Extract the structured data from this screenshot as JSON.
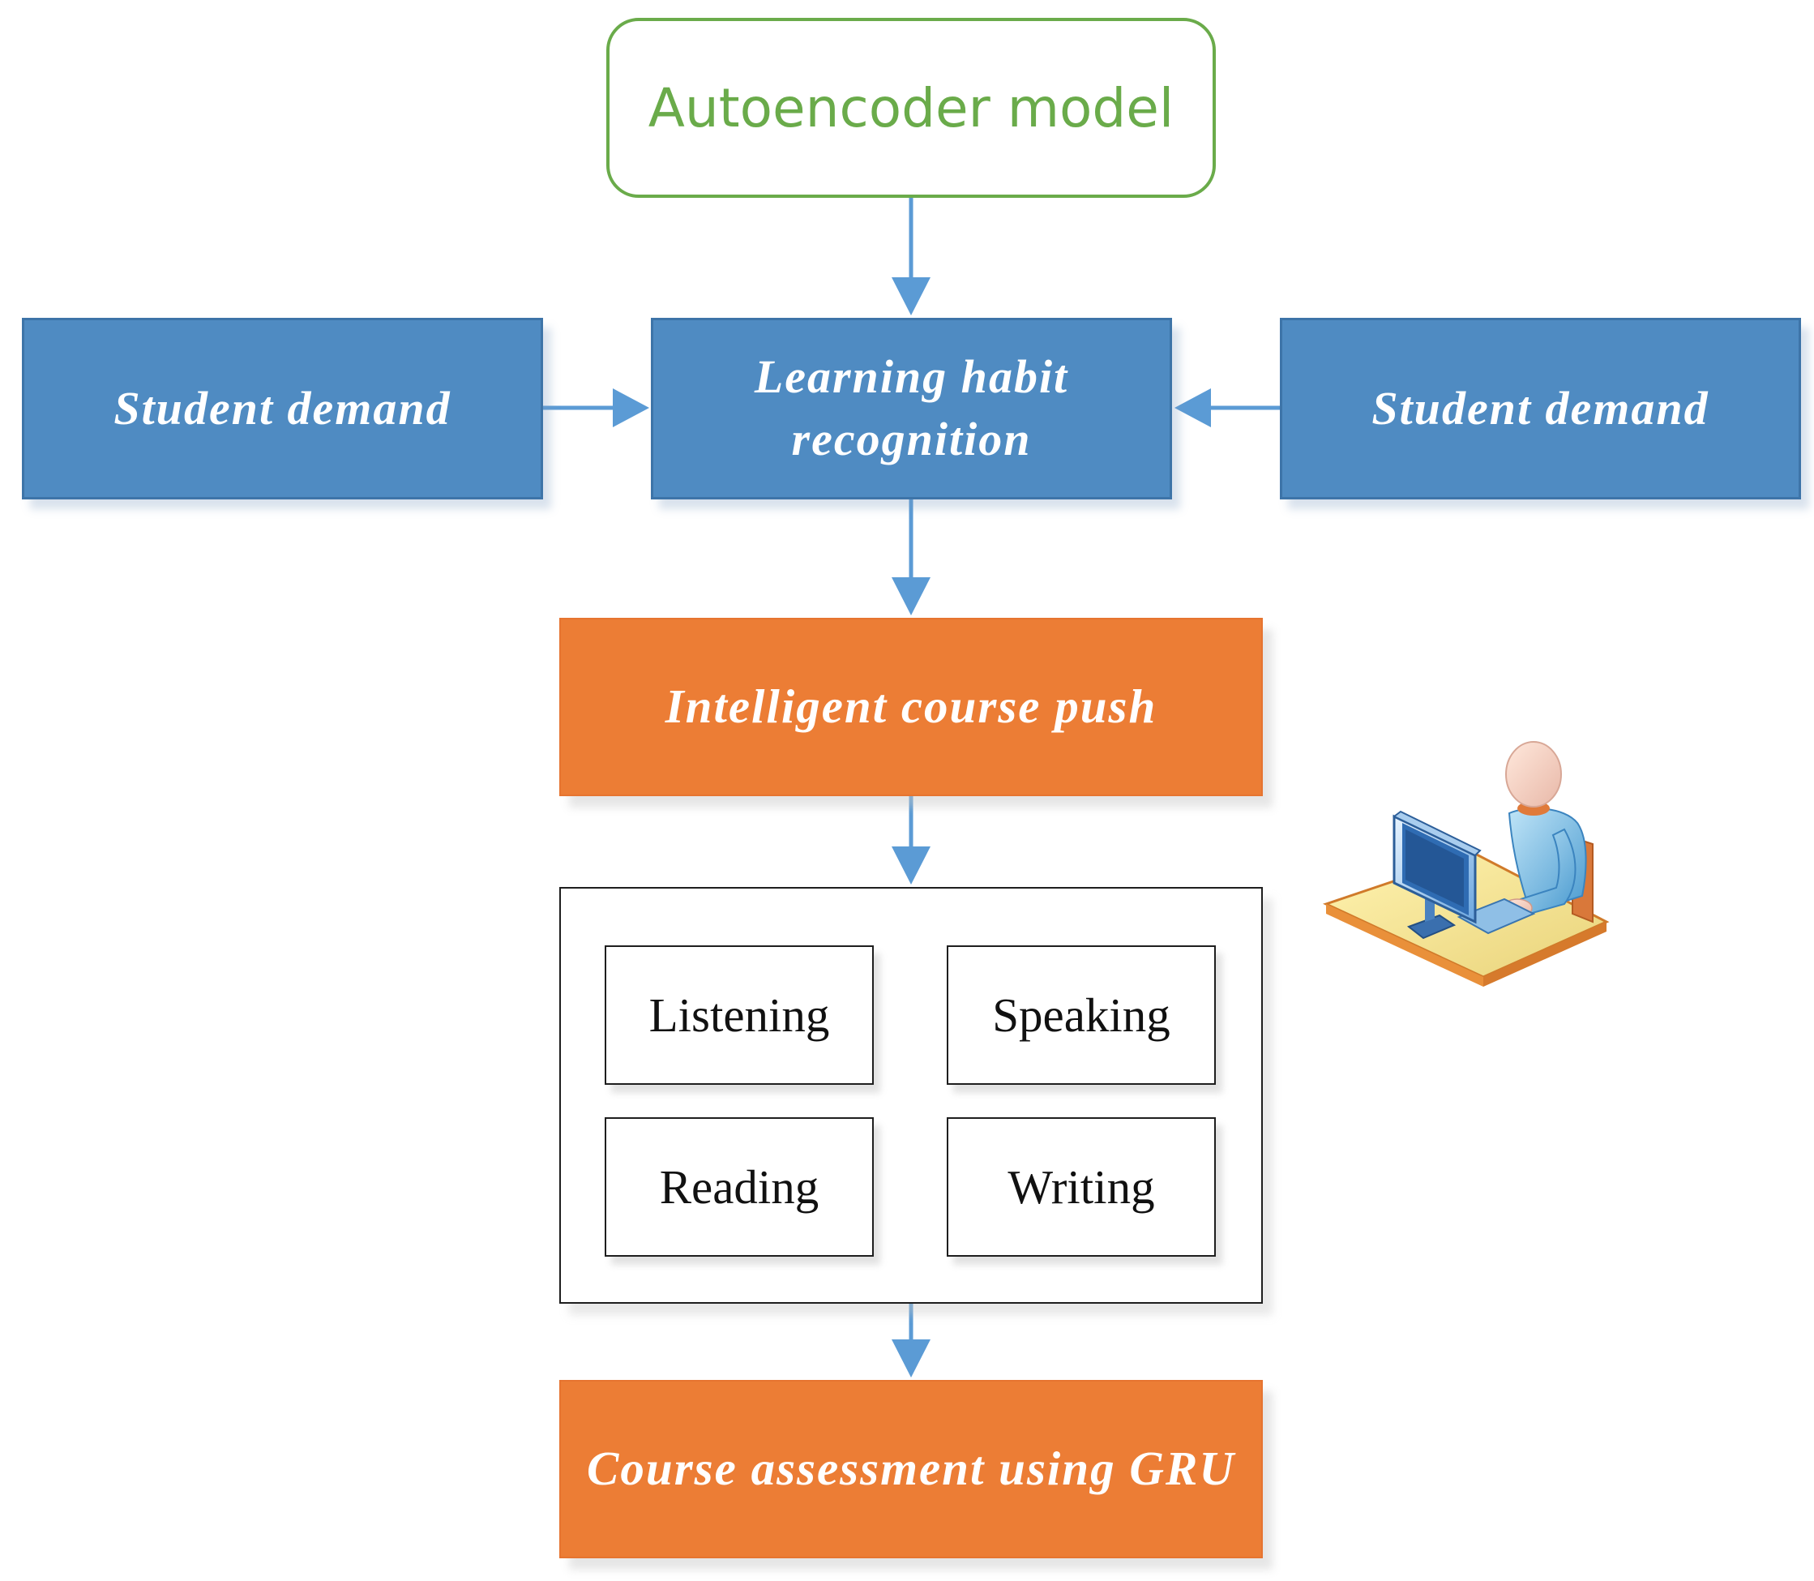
{
  "diagram": {
    "top_node": {
      "label": "Autoencoder model"
    },
    "left_node": {
      "label": "Student demand"
    },
    "center_node": {
      "label_line1": "Learning habit",
      "label_line2": "recognition"
    },
    "right_node": {
      "label": "Student demand"
    },
    "push_node": {
      "label": "Intelligent course push"
    },
    "skills": {
      "listening": "Listening",
      "speaking": "Speaking",
      "reading": "Reading",
      "writing": "Writing"
    },
    "assessment_node": {
      "label": "Course assessment using GRU"
    }
  },
  "colors": {
    "green": "#6aab4a",
    "blue": "#4f8bc2",
    "orange": "#ec7d35",
    "arrow": "#5b9bd5"
  },
  "illustration": {
    "icon": "person-at-computer-icon"
  }
}
